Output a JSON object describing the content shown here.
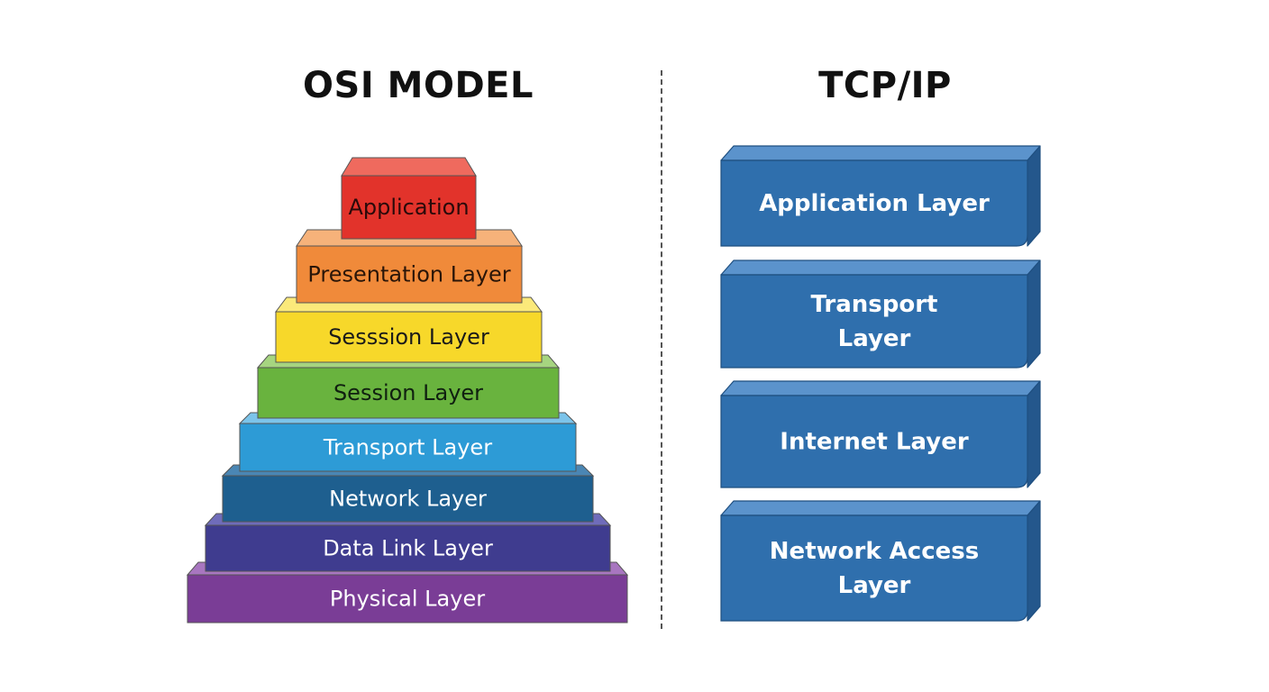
{
  "osi": {
    "title": "OSI MODEL",
    "layers": [
      {
        "label": "Application",
        "color": "#e2332b",
        "top_color": "#ef6a5e",
        "text_color": "#2a0a0a"
      },
      {
        "label": "Presentation Layer",
        "color": "#f08a3a",
        "top_color": "#f6b27a",
        "text_color": "#2a1508"
      },
      {
        "label": "Sesssion Layer",
        "color": "#f7d82a",
        "top_color": "#fbe97a",
        "text_color": "#1a1a1a"
      },
      {
        "label": "Session Layer",
        "color": "#69b33e",
        "top_color": "#a6d580",
        "text_color": "#102010"
      },
      {
        "label": "Transport Layer",
        "color": "#2d9bd6",
        "top_color": "#7cc4ea",
        "text_color": "#ffffff"
      },
      {
        "label": "Network Layer",
        "color": "#1e5f8f",
        "top_color": "#4a86b4",
        "text_color": "#ffffff"
      },
      {
        "label": "Data Link Layer",
        "color": "#3f3c8f",
        "top_color": "#6f6cba",
        "text_color": "#ffffff"
      },
      {
        "label": "Physical Layer",
        "color": "#7a3d96",
        "top_color": "#a876c0",
        "text_color": "#ffffff"
      }
    ]
  },
  "tcpip": {
    "title": "TCP/IP",
    "color": "#2f6fad",
    "top_color": "#5b93cc",
    "side_color": "#24578c",
    "layers": [
      {
        "label": "Application Layer",
        "lines": [
          "Application Layer"
        ]
      },
      {
        "label": "Transport Layer",
        "lines": [
          "Transport",
          "Layer"
        ]
      },
      {
        "label": "Internet Layer",
        "lines": [
          "Internet Layer"
        ]
      },
      {
        "label": "Network Access Layer",
        "lines": [
          "Network Access",
          "Layer"
        ]
      }
    ]
  }
}
